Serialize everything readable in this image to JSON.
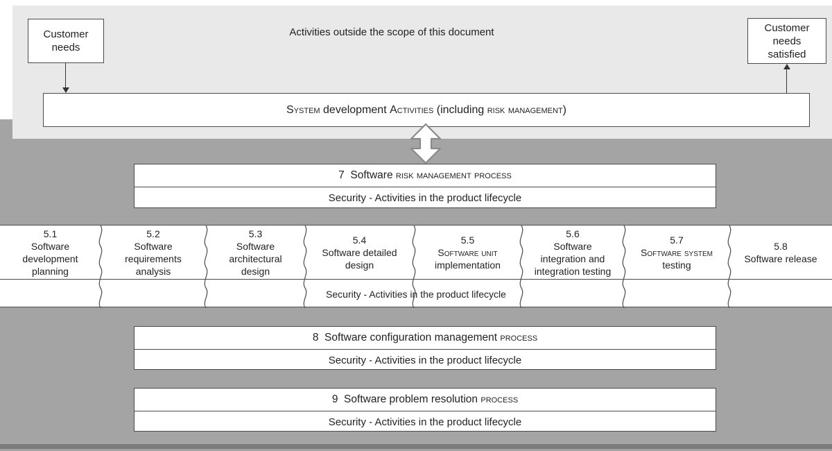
{
  "colors": {
    "outside_band_bg": "#e9e9e9",
    "in_scope_bg": "#a4a4a4",
    "bottom_bar": "#7b7b7b",
    "box_border": "#4a4a4a",
    "text": "#222222"
  },
  "outside_scope": {
    "customer_needs": "Customer\nneeds",
    "label": "Activities outside the scope of this document",
    "customer_needs_satisfied": "Customer\nneeds\nsatisfied"
  },
  "system_bar": {
    "parts": [
      {
        "text": "System",
        "sc": true
      },
      {
        "text": " development ",
        "sc": false
      },
      {
        "text": "Activities",
        "sc": true
      },
      {
        "text": " (including ",
        "sc": false
      },
      {
        "text": "risk management",
        "sc": true
      },
      {
        "text": ")",
        "sc": false
      }
    ]
  },
  "process_boxes": [
    {
      "number": "7",
      "title_parts": [
        {
          "text": "7  Software ",
          "sc": false
        },
        {
          "text": "risk management process",
          "sc": true
        }
      ],
      "security": "Security - Activities in the product lifecycle"
    },
    {
      "number": "8",
      "title_parts": [
        {
          "text": "8  Software configuration management ",
          "sc": false
        },
        {
          "text": "process",
          "sc": true
        }
      ],
      "security": "Security - Activities in the product lifecycle"
    },
    {
      "number": "9",
      "title_parts": [
        {
          "text": "9  Software problem resolution ",
          "sc": false
        },
        {
          "text": "process",
          "sc": true
        }
      ],
      "security": "Security - Activities in the product lifecycle"
    }
  ],
  "band": {
    "separators_x": [
      145,
      297,
      440,
      597,
      752,
      900,
      1052
    ],
    "segments": [
      {
        "lines": [
          {
            "text": "5.1"
          },
          {
            "text": "Software"
          },
          {
            "text": "development"
          },
          {
            "text": "planning"
          }
        ]
      },
      {
        "lines": [
          {
            "text": "5.2"
          },
          {
            "text": "Software"
          },
          {
            "text": "requirements"
          },
          {
            "text": "analysis"
          }
        ]
      },
      {
        "lines": [
          {
            "text": "5.3"
          },
          {
            "text": "Software"
          },
          {
            "text": "architectural"
          },
          {
            "text": "design"
          }
        ]
      },
      {
        "lines": [
          {
            "text": "5.4"
          },
          {
            "text": "Software detailed"
          },
          {
            "text": "design"
          }
        ]
      },
      {
        "lines": [
          {
            "text": "5.5"
          },
          {
            "text": "Software unit",
            "sc": true
          },
          {
            "text": "implementation"
          }
        ]
      },
      {
        "lines": [
          {
            "text": "5.6"
          },
          {
            "text": "Software"
          },
          {
            "text": "integration and"
          },
          {
            "text": "integration testing"
          }
        ]
      },
      {
        "lines": [
          {
            "text": "5.7"
          },
          {
            "text": "Software system",
            "sc": true
          },
          {
            "text": "testing"
          }
        ]
      },
      {
        "lines": [
          {
            "text": "5.8"
          },
          {
            "text": "Software release"
          }
        ]
      }
    ],
    "security": "Security - Activities in the product lifecycle"
  }
}
